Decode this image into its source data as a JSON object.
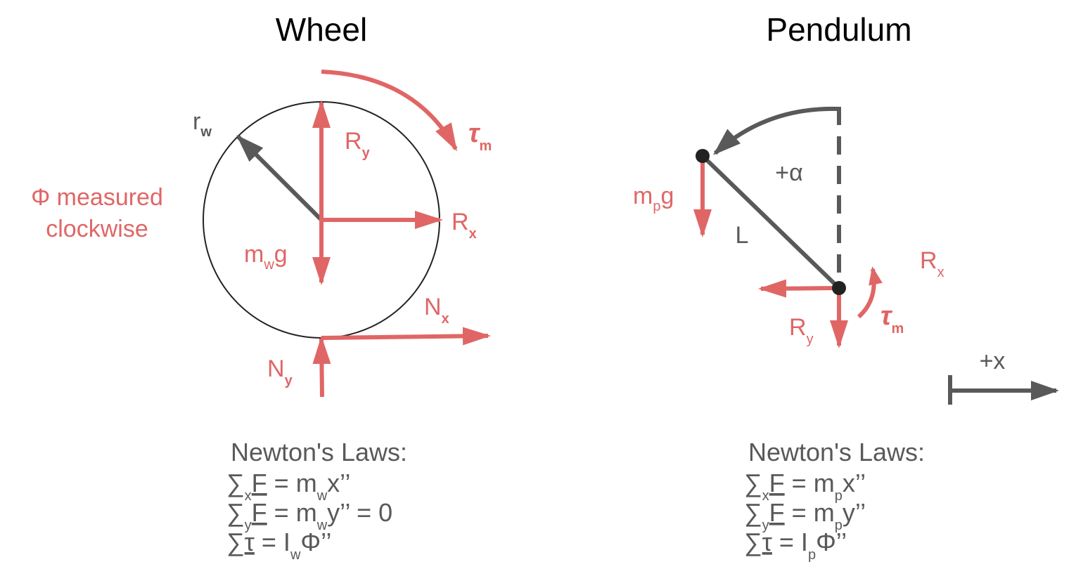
{
  "colors": {
    "force": "#e06666",
    "structure": "#595959",
    "text": "#000000"
  },
  "wheel": {
    "title": "Wheel",
    "phi_note_line1": "Φ measured",
    "phi_note_line2": "clockwise",
    "radius_label": {
      "main": "r",
      "sub": "w"
    },
    "torque_label": {
      "main": "τ",
      "sub": "m"
    },
    "Ry_label": {
      "main": "R",
      "sub": "y"
    },
    "Rx_label": {
      "main": "R",
      "sub": "x"
    },
    "weight_label": {
      "main": "m",
      "sub": "w",
      "tail": "g"
    },
    "Nx_label": {
      "main": "N",
      "sub": "x"
    },
    "Ny_label": {
      "main": "N",
      "sub": "y"
    },
    "laws_title": "Newton's Laws:",
    "laws": [
      {
        "sum": "∑",
        "idx": "x",
        "sym": "F",
        "eq": " = m",
        "msub": "w",
        "rhs": "x’’"
      },
      {
        "sum": "∑",
        "idx": "y",
        "sym": "F",
        "eq": " = m",
        "msub": "w",
        "rhs": "y’’ = 0"
      },
      {
        "sum": "∑",
        "idx": "",
        "sym": "τ",
        "eq": " = I",
        "msub": "w",
        "rhs": "Φ’’"
      }
    ]
  },
  "pendulum": {
    "title": "Pendulum",
    "angle_label": "+α",
    "length_label": "L",
    "weight_label": {
      "main": "m",
      "sub": "p",
      "tail": "g"
    },
    "Rx_label": {
      "main": "R",
      "sub": "x"
    },
    "Ry_label": {
      "main": "R",
      "sub": "y"
    },
    "torque_label": {
      "main": "τ",
      "sub": "m"
    },
    "x_axis_label": "+x",
    "laws_title": "Newton's Laws:",
    "laws": [
      {
        "sum": "∑",
        "idx": "x",
        "sym": "F",
        "eq": " = m",
        "msub": "p",
        "rhs": "x’’"
      },
      {
        "sum": "∑",
        "idx": "y",
        "sym": "F",
        "eq": " = m",
        "msub": "p",
        "rhs": "y’’"
      },
      {
        "sum": "∑",
        "idx": "",
        "sym": "τ",
        "eq": " = I",
        "msub": "p",
        "rhs": "Φ’’"
      }
    ]
  }
}
